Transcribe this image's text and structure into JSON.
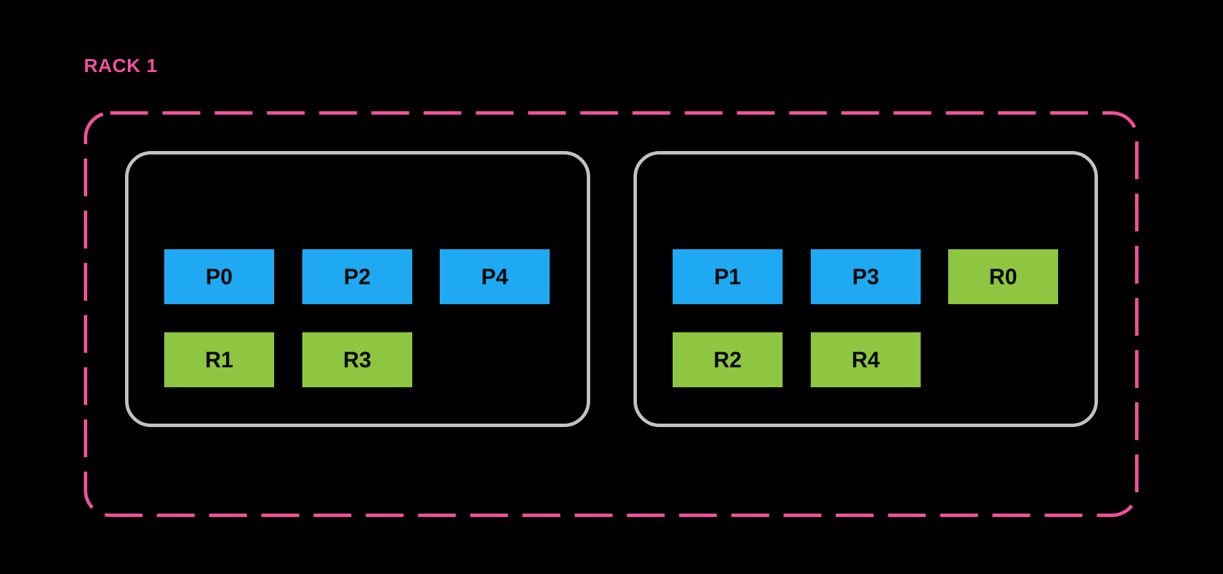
{
  "rack": {
    "name": "RACK 1",
    "nodes": [
      {
        "rows": [
          [
            {
              "label": "P0",
              "color": "blue"
            },
            {
              "label": "P2",
              "color": "blue"
            },
            {
              "label": "P4",
              "color": "blue"
            }
          ],
          [
            {
              "label": "R1",
              "color": "green"
            },
            {
              "label": "R3",
              "color": "green"
            }
          ]
        ]
      },
      {
        "rows": [
          [
            {
              "label": "P1",
              "color": "blue"
            },
            {
              "label": "P3",
              "color": "blue"
            },
            {
              "label": "R0",
              "color": "green"
            }
          ],
          [
            {
              "label": "R2",
              "color": "green"
            },
            {
              "label": "R4",
              "color": "green"
            }
          ]
        ]
      }
    ]
  },
  "colors": {
    "background": "#000000",
    "accent_pink": "#F0509B",
    "primary_blue": "#1FA9F2",
    "replica_green": "#8EC641",
    "node_border_gray": "#C2C2C2",
    "block_text": "#0A0A0A"
  }
}
